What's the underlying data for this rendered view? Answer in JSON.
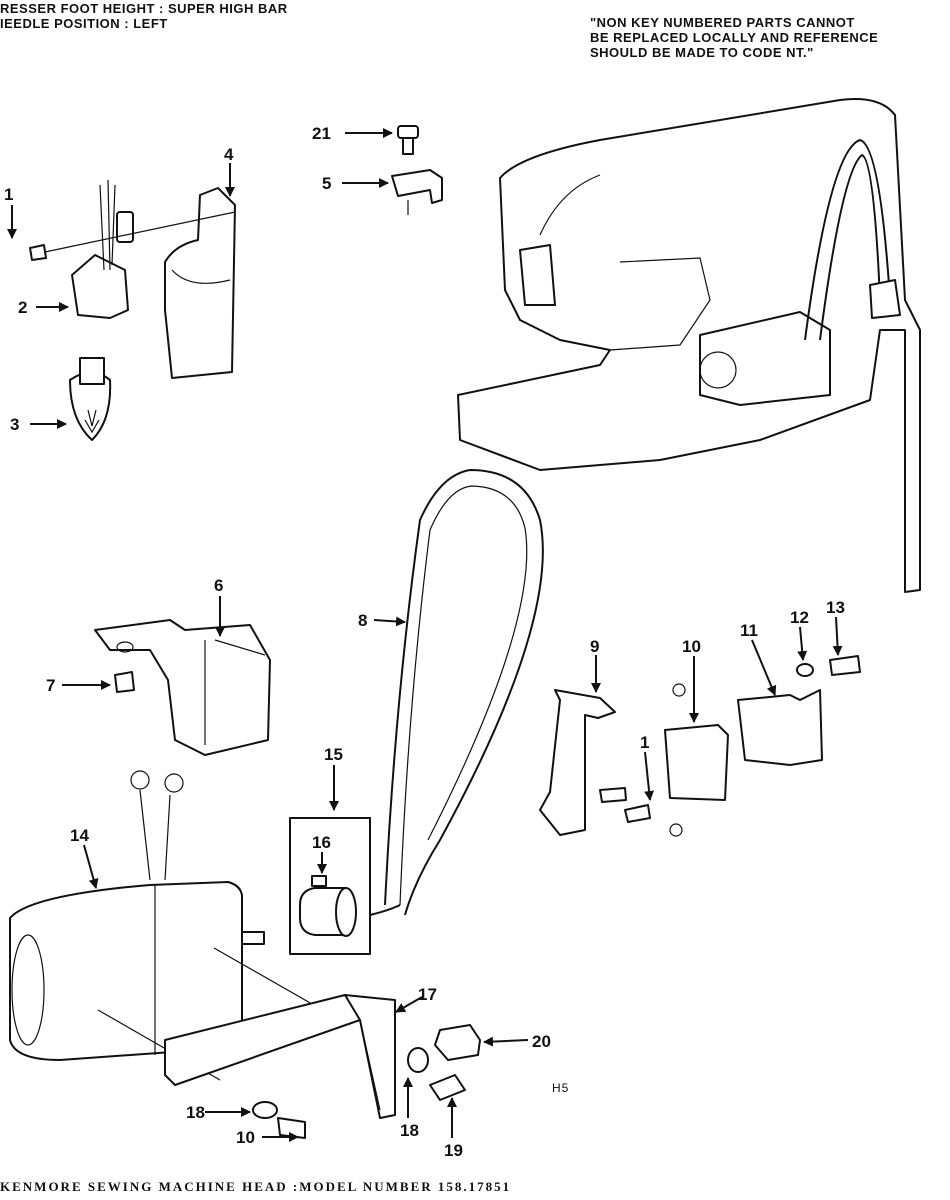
{
  "header": {
    "left_line1": "RESSER FOOT HEIGHT : SUPER HIGH BAR",
    "left_line2": "IEEDLE POSITION : LEFT",
    "note_line1": "\"NON KEY NUMBERED PARTS CANNOT",
    "note_line2": "BE REPLACED LOCALLY AND REFERENCE",
    "note_line3": "SHOULD BE MADE TO CODE NT.\""
  },
  "figure_id": "H5",
  "footer": "KENMORE SEWING MACHINE HEAD :MODEL NUMBER 158.17851",
  "callouts": {
    "c1": "1",
    "c2": "2",
    "c3": "3",
    "c4": "4",
    "c5": "5",
    "c6": "6",
    "c7": "7",
    "c8": "8",
    "c9": "9",
    "c10": "10",
    "c11": "11",
    "c12": "12",
    "c13": "13",
    "c14": "14",
    "c15": "15",
    "c16": "16",
    "c17": "17",
    "c18a": "18",
    "c18b": "18",
    "c19": "19",
    "c20": "20",
    "c21": "21",
    "c1b": "1",
    "c10b": "10"
  }
}
